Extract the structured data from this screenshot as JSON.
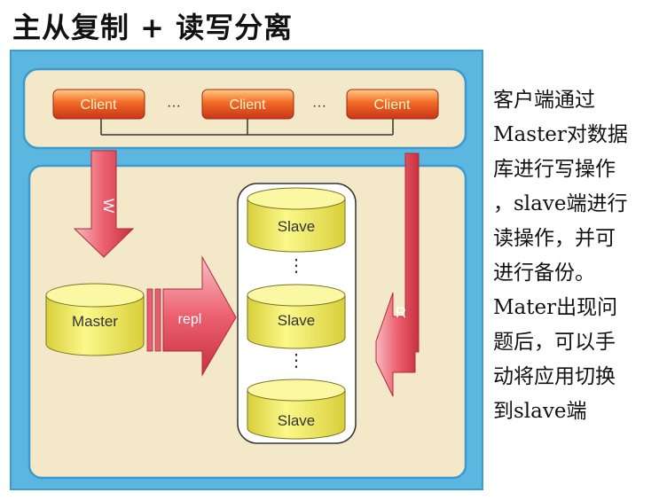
{
  "title": "主从复制 + 读写分离",
  "clients": {
    "label": "Client",
    "ellipsis": "···"
  },
  "arrows": {
    "write": "W",
    "read": "R",
    "replication": "repl"
  },
  "master": {
    "label": "Master"
  },
  "slaves": {
    "label": "Slave",
    "dots": "⋮"
  },
  "description": [
    "客户端通过",
    "Master对数据",
    "库进行写操作",
    "，slave端进行",
    "读操作，并可",
    "进行备份。",
    "Mater出现问",
    "题后，可以手",
    "动将应用切换",
    "到slave端"
  ],
  "colors": {
    "frame": "#5bb7e0",
    "panel": "#f3e9c9",
    "client_fill": "#f05a1c",
    "cylinder_fill": "#f4f06a",
    "arrow_fill": "#e85a6a"
  }
}
